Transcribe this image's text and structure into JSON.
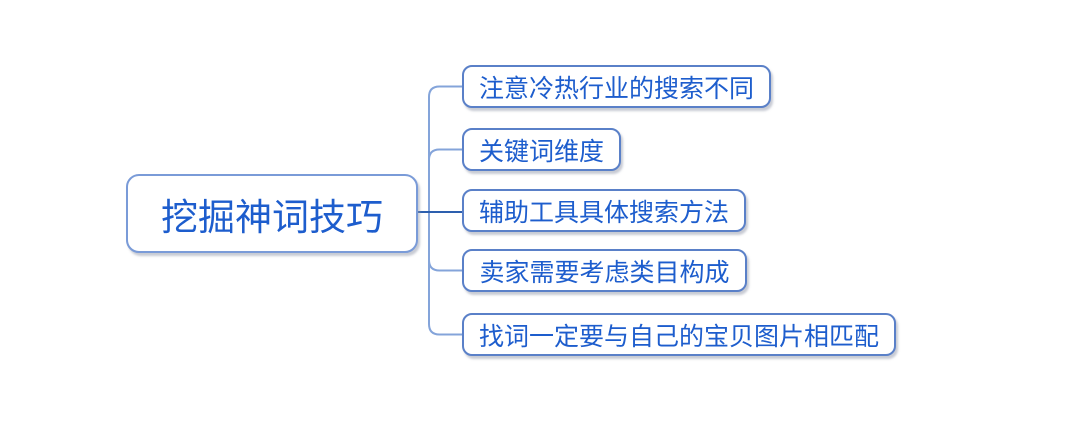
{
  "mindmap": {
    "root": {
      "label": "挖掘神词技巧"
    },
    "children": [
      {
        "label": "注意冷热行业的搜索不同"
      },
      {
        "label": "关键词维度"
      },
      {
        "label": "辅助工具具体搜索方法"
      },
      {
        "label": "卖家需要考虑类目构成"
      },
      {
        "label": "找词一定要与自己的宝贝图片相匹配"
      }
    ],
    "colors": {
      "node_text": "#1d5dcd",
      "root_border": "#7a9bd8",
      "child_border": "#5a80c8",
      "edge_primary": "#2d5fae",
      "edge_branch": "#84a4da",
      "background": "#ffffff"
    }
  }
}
